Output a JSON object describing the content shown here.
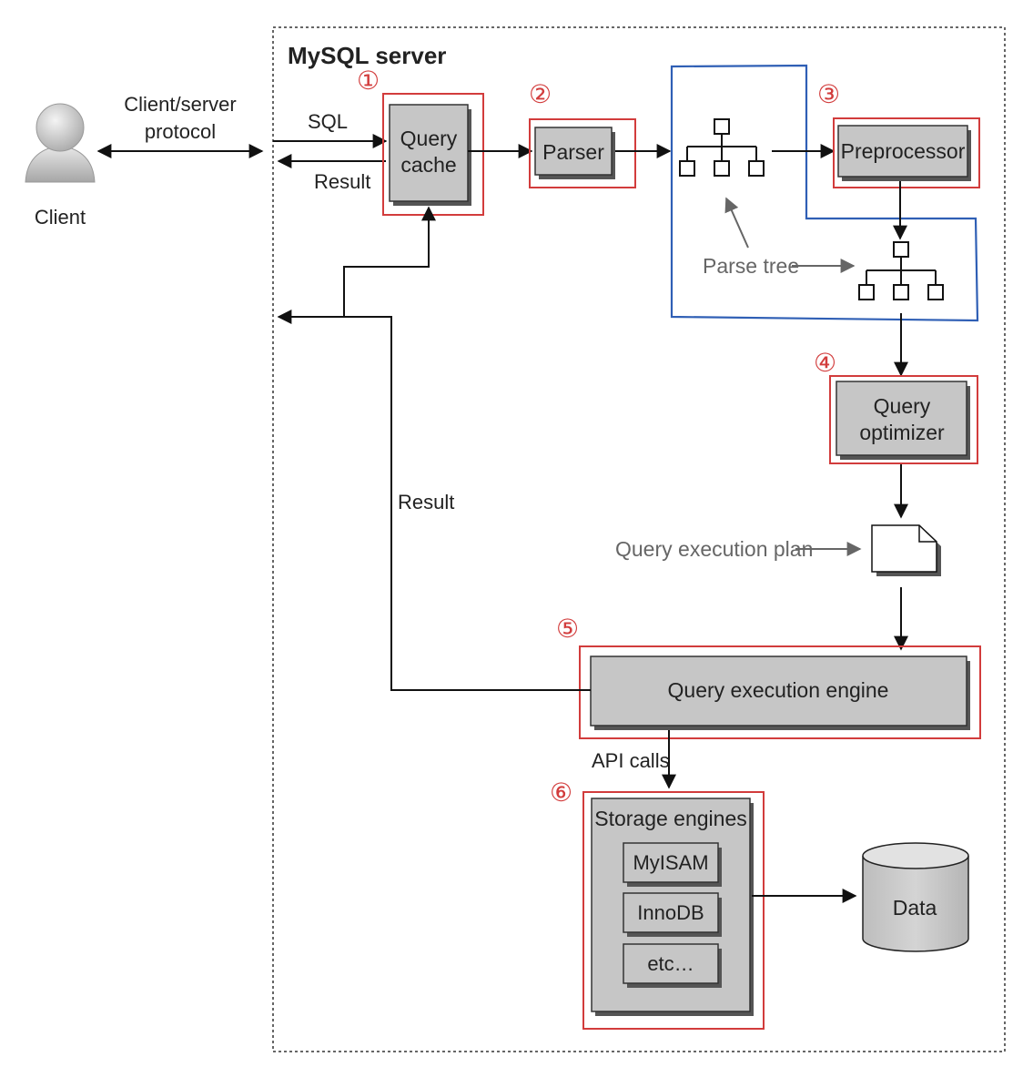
{
  "title": "MySQL server",
  "client": {
    "label": "Client"
  },
  "protocol": {
    "line1": "Client/server",
    "line2": "protocol"
  },
  "arrows": {
    "sql": "SQL",
    "result_top": "Result",
    "result_left": "Result",
    "api_calls": "API calls"
  },
  "components": {
    "query_cache": {
      "line1": "Query",
      "line2": "cache"
    },
    "parser": "Parser",
    "preprocessor": "Preprocessor",
    "query_optimizer": {
      "line1": "Query",
      "line2": "optimizer"
    },
    "query_execution_engine": "Query execution engine",
    "storage_engines": {
      "title": "Storage engines",
      "items": [
        "MyISAM",
        "InnoDB",
        "etc…"
      ]
    },
    "data": "Data"
  },
  "annotations": {
    "parse_tree": "Parse tree",
    "query_execution_plan": "Query execution plan"
  },
  "steps": [
    "①",
    "②",
    "③",
    "④",
    "⑤",
    "⑥"
  ],
  "colors": {
    "highlight_red": "#d23c3c",
    "highlight_blue": "#2f5fb5",
    "box_fill": "#c6c6c6",
    "text": "#222222",
    "muted_text": "#666666"
  }
}
